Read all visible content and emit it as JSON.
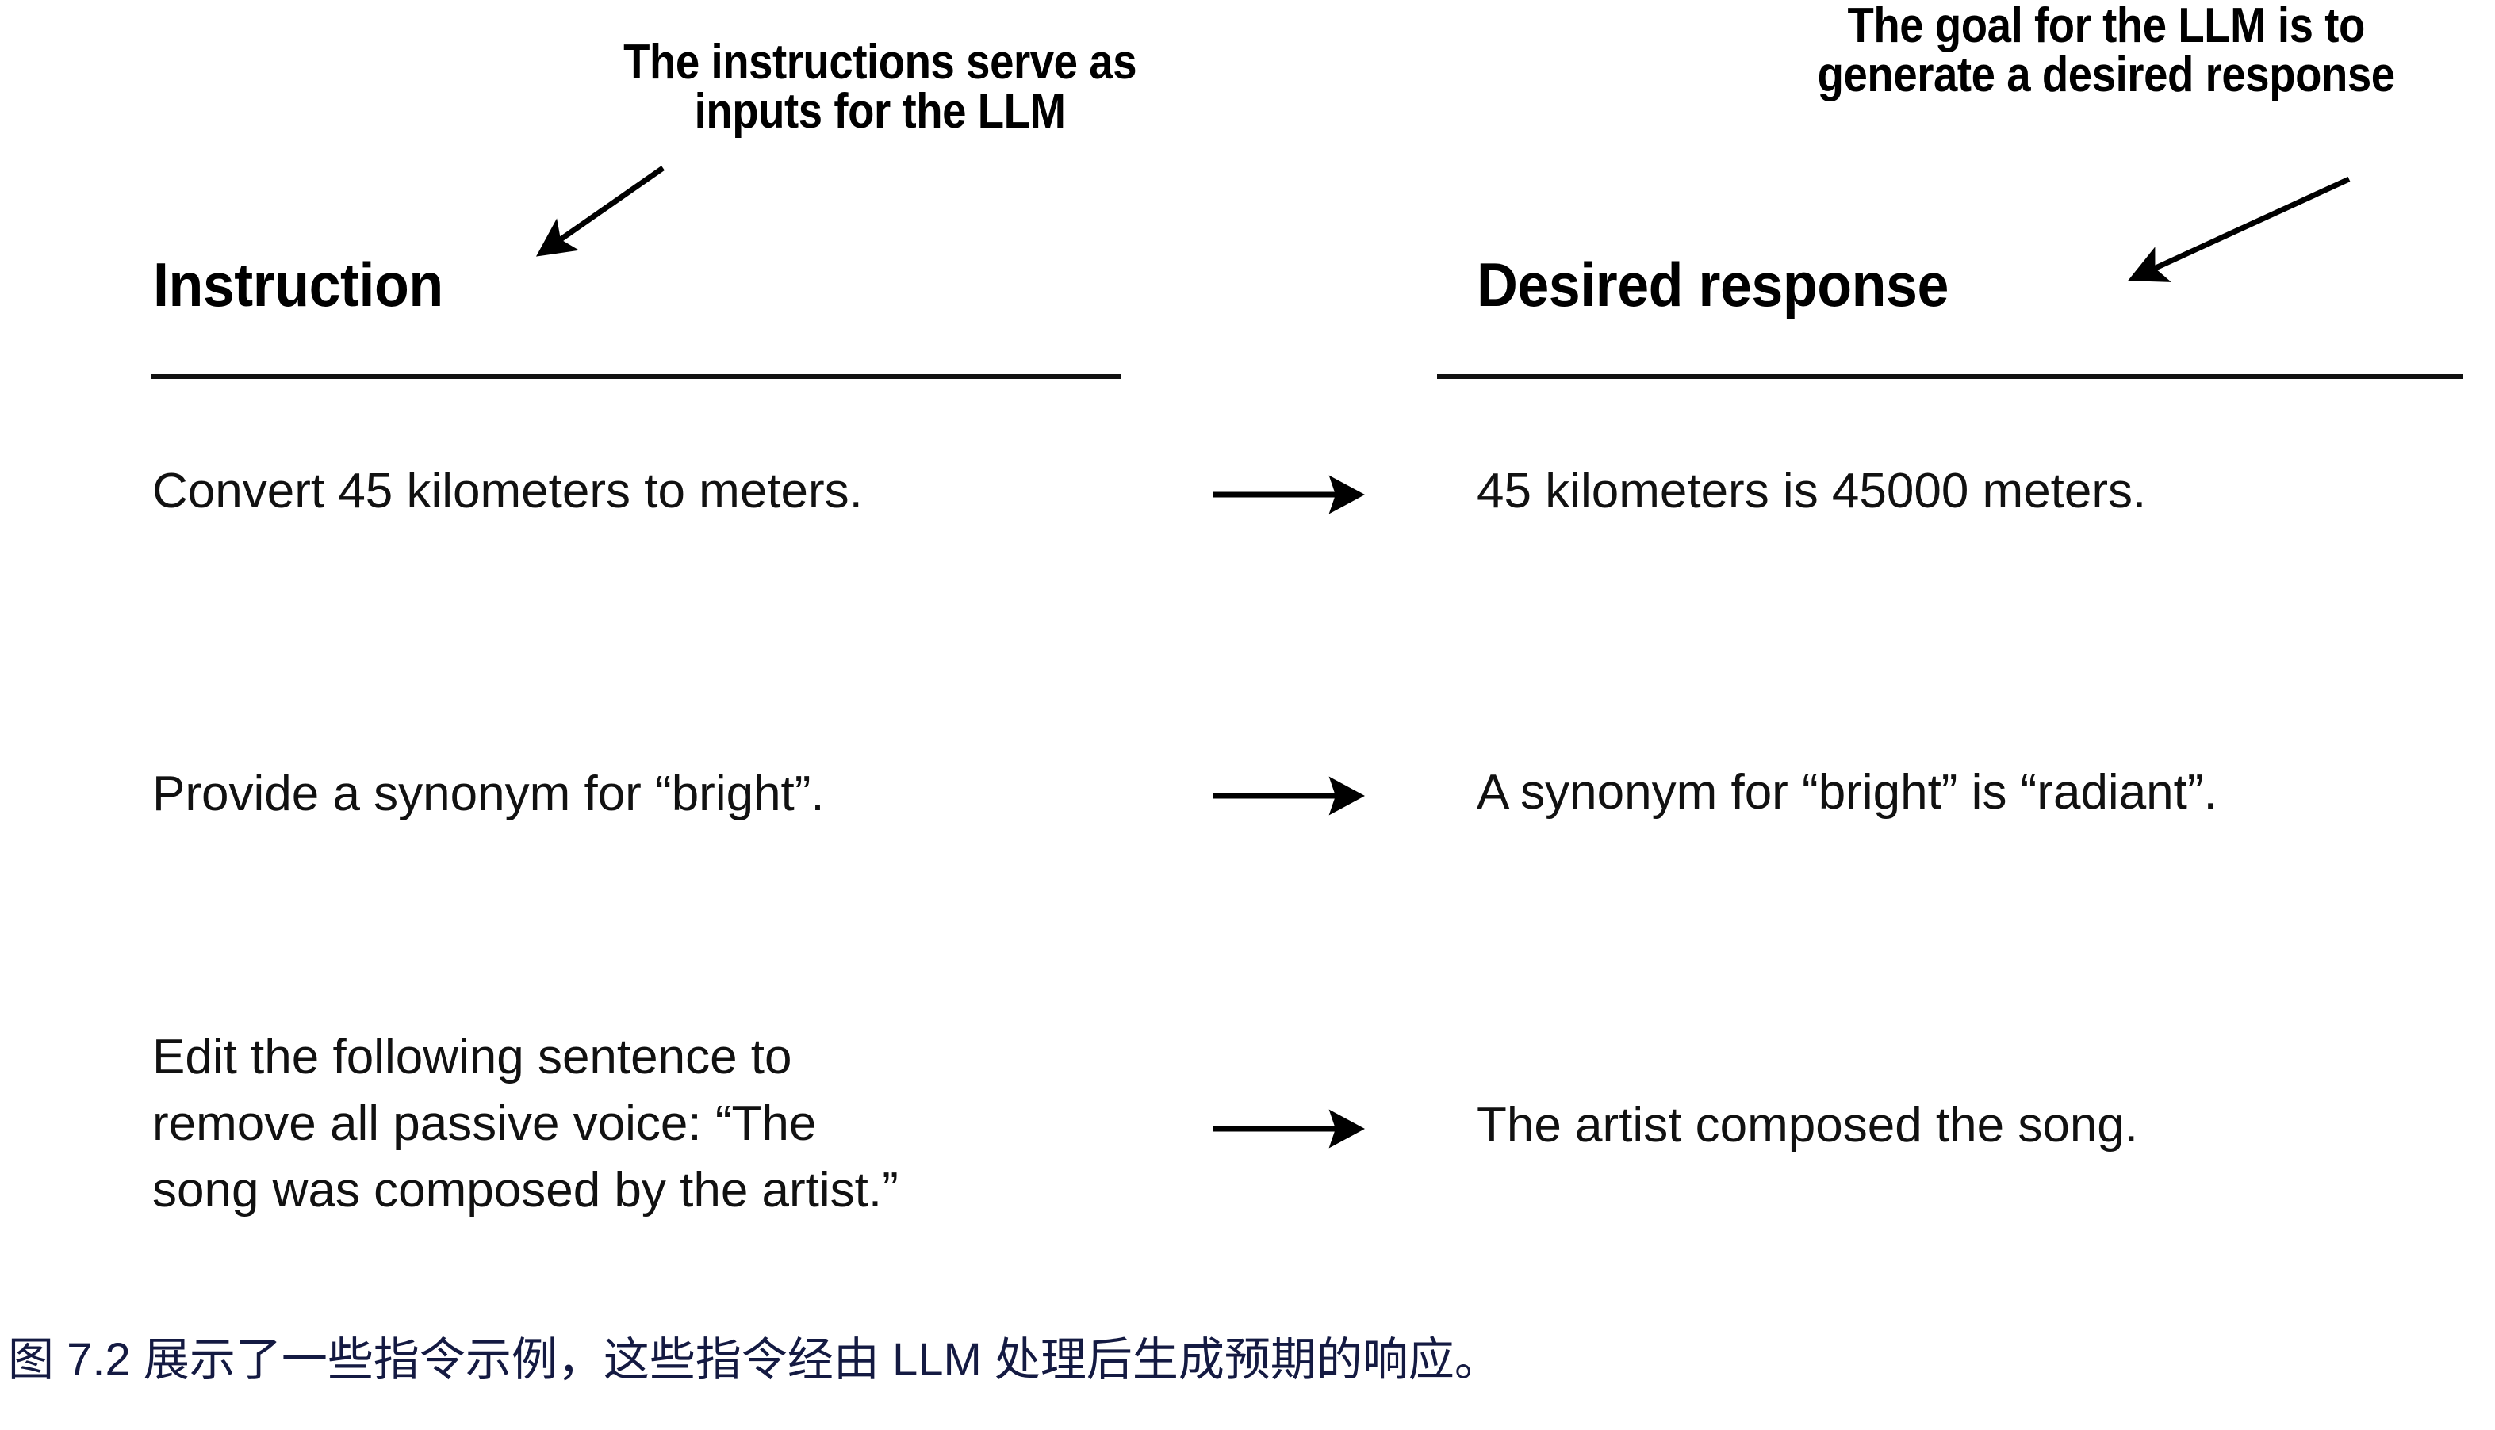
{
  "figure": {
    "background_color": "#ffffff",
    "text_color": "#000000",
    "caption_color": "#141a42"
  },
  "annotations": {
    "left": {
      "line1": "The instructions serve as",
      "line2": "inputs for the LLM"
    },
    "right": {
      "line1": "The goal for the LLM is to",
      "line2": "generate a desired response"
    }
  },
  "columns": {
    "instruction_heading": "Instruction",
    "response_heading": "Desired response"
  },
  "rows": [
    {
      "instruction": "Convert 45 kilometers to meters.",
      "response": "45 kilometers is 45000 meters."
    },
    {
      "instruction": "Provide a synonym for “bright”.",
      "response": "A synonym for “bright” is “radiant”."
    },
    {
      "instruction": "Edit the following sentence to\nremove all passive voice: “The\nsong was composed by the artist.”",
      "response": "The artist composed the song."
    }
  ],
  "caption": {
    "text": "图 7.2 展示了一些指令示例，这些指令经由 LLM 处理后生成预期的响应。"
  }
}
